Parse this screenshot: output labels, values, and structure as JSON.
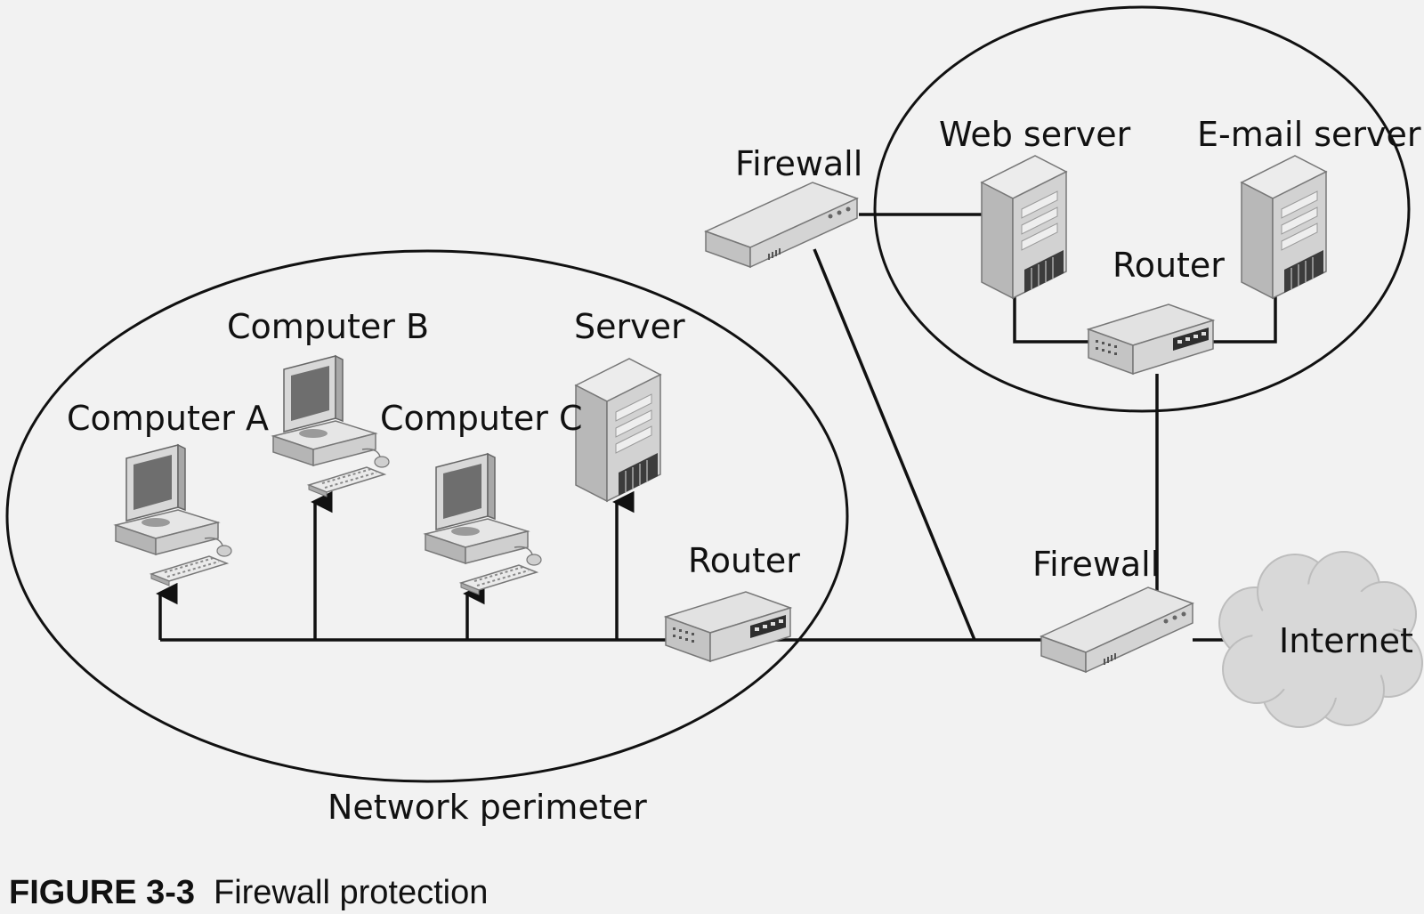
{
  "figure": {
    "number": "FIGURE 3-3",
    "caption": "Firewall protection"
  },
  "zones": {
    "perimeter_label": "Network perimeter"
  },
  "nodes": {
    "computer_a": "Computer A",
    "computer_b": "Computer B",
    "computer_c": "Computer C",
    "server": "Server",
    "router_internal": "Router",
    "firewall_top": "Firewall",
    "web_server": "Web server",
    "email_server": "E-mail server",
    "router_dmz": "Router",
    "firewall_bottom": "Firewall",
    "internet": "Internet"
  },
  "colors": {
    "background": "#f2f2f2",
    "line": "#111111",
    "device_light": "#e4e4e4",
    "device_mid": "#bdbdbd",
    "device_dark": "#8a8a8a",
    "cloud": "#d6d6d6"
  },
  "icons": {
    "computer": "desktop-computer-icon",
    "server": "tower-server-icon",
    "router": "router-icon",
    "firewall": "firewall-appliance-icon",
    "internet": "cloud-icon"
  }
}
